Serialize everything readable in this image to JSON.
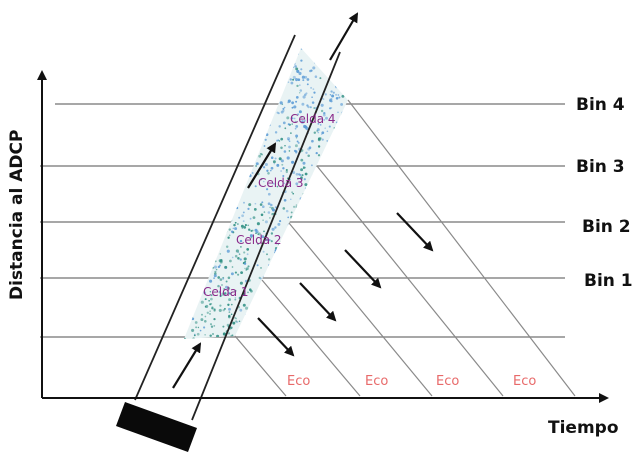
{
  "axes": {
    "x_label": "Tiempo",
    "y_label": "Distancia al ADCP"
  },
  "bins": [
    {
      "label": "Bin 1"
    },
    {
      "label": "Bin 2"
    },
    {
      "label": "Bin 3"
    },
    {
      "label": "Bin 4"
    }
  ],
  "cells": [
    {
      "label": "Celda 1"
    },
    {
      "label": "Celda 2"
    },
    {
      "label": "Celda 3"
    },
    {
      "label": "Celda 4"
    }
  ],
  "echoes": [
    {
      "label": "Eco"
    },
    {
      "label": "Eco"
    },
    {
      "label": "Eco"
    },
    {
      "label": "Eco"
    }
  ],
  "colors": {
    "cell_label": "#8a2a8a",
    "echo_label": "#e86a6a",
    "speckle_teal": "#2f8f83",
    "speckle_blue": "#5b9bd5",
    "lines": "#777777",
    "axis": "#111111"
  }
}
